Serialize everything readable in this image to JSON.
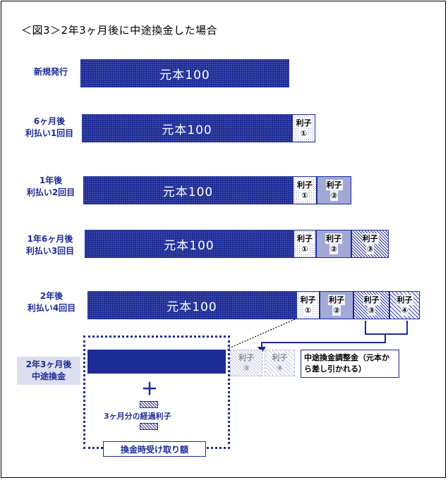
{
  "title": "＜図3＞2年3ヶ月後に中途換金した場合",
  "principal_label": "元本100",
  "interest_label": "利子",
  "interest_numbers": [
    "①",
    "②",
    "③",
    "④"
  ],
  "rows": [
    {
      "label_line1": "新規発行",
      "label_line2": ""
    },
    {
      "label_line1": "6ヶ月後",
      "label_line2": "利払い1回目"
    },
    {
      "label_line1": "1年後",
      "label_line2": "利払い2回目"
    },
    {
      "label_line1": "1年6ヶ月後",
      "label_line2": "利払い3回目"
    },
    {
      "label_line1": "2年後",
      "label_line2": "利払い4回目"
    }
  ],
  "redemption": {
    "label_line1": "2年3ヶ月後",
    "label_line2": "中途換金",
    "accrued_interest": "3ヶ月分の経過利子",
    "plus_sign": "＋",
    "received_amount": "換金時受け取り額",
    "adjustment": "中途換金調整金（元本から差し引かれる）"
  },
  "colors": {
    "principal": "#1c2b96",
    "text_label": "#1c2b96",
    "faded": "#b9bbd8"
  }
}
